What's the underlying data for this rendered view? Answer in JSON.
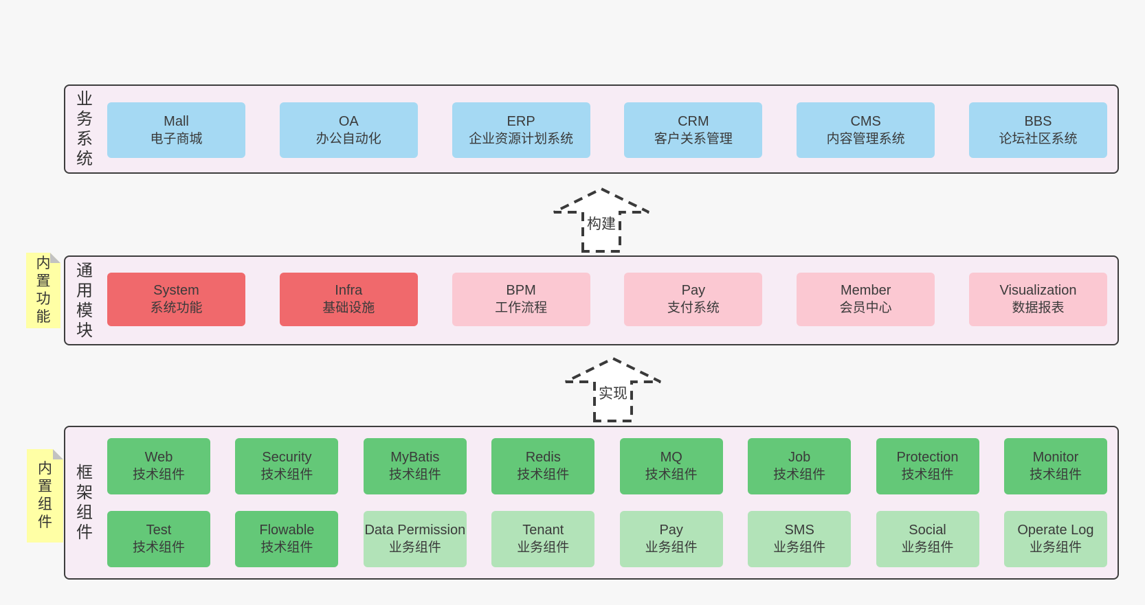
{
  "layers": {
    "business": {
      "label": "业务系统",
      "boxes": [
        {
          "name": "Mall",
          "desc": "电子商城",
          "variant": "business"
        },
        {
          "name": "OA",
          "desc": "办公自动化",
          "variant": "business"
        },
        {
          "name": "ERP",
          "desc": "企业资源计划系统",
          "variant": "business"
        },
        {
          "name": "CRM",
          "desc": "客户关系管理",
          "variant": "business"
        },
        {
          "name": "CMS",
          "desc": "内容管理系统",
          "variant": "business"
        },
        {
          "name": "BBS",
          "desc": "论坛社区系统",
          "variant": "business"
        }
      ]
    },
    "modules": {
      "label": "通用模块",
      "note": "内置功能",
      "boxes": [
        {
          "name": "System",
          "desc": "系统功能",
          "variant": "core"
        },
        {
          "name": "Infra",
          "desc": "基础设施",
          "variant": "core"
        },
        {
          "name": "BPM",
          "desc": "工作流程",
          "variant": "module"
        },
        {
          "name": "Pay",
          "desc": "支付系统",
          "variant": "module"
        },
        {
          "name": "Member",
          "desc": "会员中心",
          "variant": "module"
        },
        {
          "name": "Visualization",
          "desc": "数据报表",
          "variant": "module"
        }
      ]
    },
    "framework": {
      "label": "框架组件",
      "note": "内置组件",
      "row1": [
        {
          "name": "Web",
          "desc": "技术组件",
          "variant": "tech"
        },
        {
          "name": "Security",
          "desc": "技术组件",
          "variant": "tech"
        },
        {
          "name": "MyBatis",
          "desc": "技术组件",
          "variant": "tech"
        },
        {
          "name": "Redis",
          "desc": "技术组件",
          "variant": "tech"
        },
        {
          "name": "MQ",
          "desc": "技术组件",
          "variant": "tech"
        },
        {
          "name": "Job",
          "desc": "技术组件",
          "variant": "tech"
        },
        {
          "name": "Protection",
          "desc": "技术组件",
          "variant": "tech"
        },
        {
          "name": "Monitor",
          "desc": "技术组件",
          "variant": "tech"
        }
      ],
      "row2": [
        {
          "name": "Test",
          "desc": "技术组件",
          "variant": "tech"
        },
        {
          "name": "Flowable",
          "desc": "技术组件",
          "variant": "tech"
        },
        {
          "name": "Data Permission",
          "desc": "业务组件",
          "variant": "biz"
        },
        {
          "name": "Tenant",
          "desc": "业务组件",
          "variant": "biz"
        },
        {
          "name": "Pay",
          "desc": "业务组件",
          "variant": "biz"
        },
        {
          "name": "SMS",
          "desc": "业务组件",
          "variant": "biz"
        },
        {
          "name": "Social",
          "desc": "业务组件",
          "variant": "biz"
        },
        {
          "name": "Operate Log",
          "desc": "业务组件",
          "variant": "biz"
        }
      ]
    }
  },
  "arrows": [
    {
      "label": "构建"
    },
    {
      "label": "实现"
    }
  ],
  "colors": {
    "layer_bg": "#f7ecf5",
    "layer_border": "#3d3d3d",
    "business_box": "#a5d9f3",
    "core_module_box": "#f0696c",
    "module_box": "#fbc8d2",
    "tech_component_box": "#64c878",
    "biz_component_box": "#b2e3b8",
    "note_bg": "#ffffa5",
    "note_fold": "#c2c2c2",
    "arrow_stroke": "#3a3a3a"
  }
}
